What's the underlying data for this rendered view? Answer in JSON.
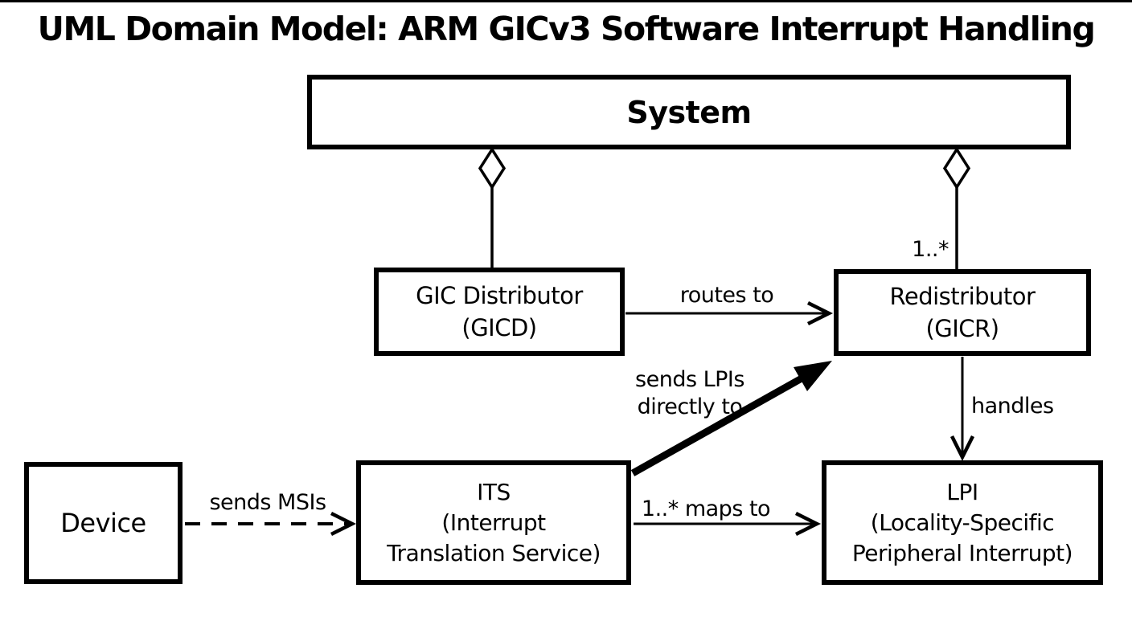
{
  "title": "UML Domain Model: ARM GICv3 Software Interrupt Handling",
  "colors": {
    "ink": "#000000",
    "background": "#ffffff"
  },
  "nodes": {
    "system": {
      "label": "System"
    },
    "gicd": {
      "lines": [
        "GIC Distributor",
        "(GICD)"
      ]
    },
    "gicr": {
      "lines": [
        "Redistributor",
        "(GICR)"
      ],
      "multiplicity": "1..*"
    },
    "device": {
      "label": "Device"
    },
    "its": {
      "lines": [
        "ITS",
        "(Interrupt",
        "Translation Service)"
      ]
    },
    "lpi": {
      "lines": [
        "LPI",
        "(Locality-Specific",
        "Peripheral Interrupt)"
      ]
    }
  },
  "edges": {
    "system_has_gicd": {
      "type": "aggregation"
    },
    "system_has_gicr": {
      "type": "aggregation",
      "multiplicity": "1..*"
    },
    "gicd_to_gicr": {
      "label": "routes to",
      "style": "solid-arrow"
    },
    "its_to_gicr": {
      "label_lines": [
        "sends LPIs",
        "directly to"
      ],
      "style": "thick-solid-arrow"
    },
    "gicr_to_lpi": {
      "label": "handles",
      "style": "solid-arrow"
    },
    "device_to_its": {
      "label": "sends MSIs",
      "style": "dashed-arrow"
    },
    "its_to_lpi": {
      "label": "1..* maps to",
      "style": "solid-arrow"
    }
  }
}
